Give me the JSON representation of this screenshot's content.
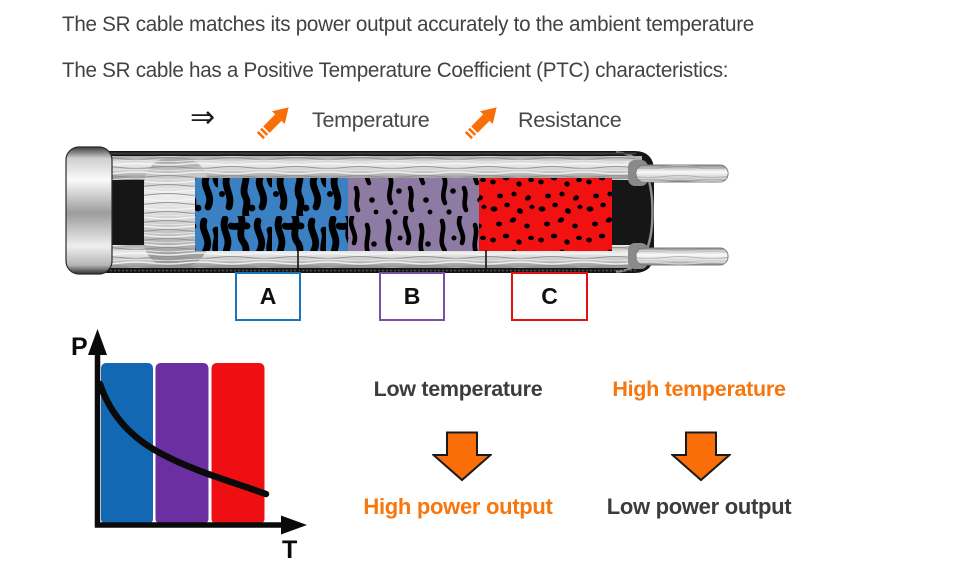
{
  "header": {
    "line1": "The SR cable matches its power output accurately to the ambient temperature",
    "line2": "The SR cable has a Positive Temperature Coefficient (PTC) characteristics:"
  },
  "ptc_statement": {
    "implies_symbol": "⇒",
    "items": [
      {
        "icon": "up-right-striped-arrow",
        "label": "Temperature"
      },
      {
        "icon": "up-right-striped-arrow",
        "label": "Resistance"
      }
    ]
  },
  "cable": {
    "description": "cutaway of self-regulating heating cable: outer black jacket, metallic end cap, silver braid/bus wires, conductive core matrix in three states",
    "matrix_sections": [
      {
        "label": "A",
        "fill": "#3a80c2",
        "pattern": "dense-carbon-squiggles",
        "box_border": "#1b75bb"
      },
      {
        "label": "B",
        "fill": "#8d7ba3",
        "pattern": "medium-squiggles-and-dots",
        "box_border": "#7b4fa6"
      },
      {
        "label": "C",
        "fill": "#f21111",
        "pattern": "sparse-dots",
        "box_border": "#e01212"
      }
    ]
  },
  "graph": {
    "y_label": "P",
    "x_label": "T",
    "band_colors": [
      "#1268b2",
      "#6c2fa2",
      "#ef0f12"
    ]
  },
  "chart_data": {
    "type": "line",
    "title": "",
    "xlabel": "T",
    "ylabel": "P",
    "tick_labels": "none (conceptual plot)",
    "grid": false,
    "legend": false,
    "series": [
      {
        "name": "power output vs temperature",
        "x_norm": [
          0.0,
          0.33,
          0.66,
          1.0
        ],
        "y_norm": [
          0.87,
          0.58,
          0.35,
          0.19
        ],
        "shape": "monotonically decreasing concave-up curve"
      }
    ],
    "background_bands": [
      {
        "zone": "A",
        "color": "#1268b2",
        "x_range_norm": [
          0.0,
          0.32
        ]
      },
      {
        "zone": "B",
        "color": "#6c2fa2",
        "x_range_norm": [
          0.34,
          0.66
        ]
      },
      {
        "zone": "C",
        "color": "#ef0f12",
        "x_range_norm": [
          0.68,
          1.0
        ]
      }
    ]
  },
  "flow": {
    "left": {
      "condition": "Low temperature",
      "icon": "down-block-arrow",
      "result": "High power output",
      "condition_color": "#3c3c3c",
      "result_color": "#f7760d"
    },
    "right": {
      "condition": "High temperature",
      "icon": "down-block-arrow",
      "result": "Low power output",
      "condition_color": "#f7760d",
      "result_color": "#3c3c3c"
    }
  },
  "colors": {
    "accent_orange": "#f7760d",
    "arrow_orange": "#fa6e09",
    "text_dark": "#424242",
    "matrix_blue": "#3a80c2",
    "matrix_purple": "#8d7ba3",
    "matrix_red": "#f21111",
    "band_blue": "#1268b2",
    "band_purple": "#6c2fa2",
    "band_red": "#ef0f12"
  }
}
